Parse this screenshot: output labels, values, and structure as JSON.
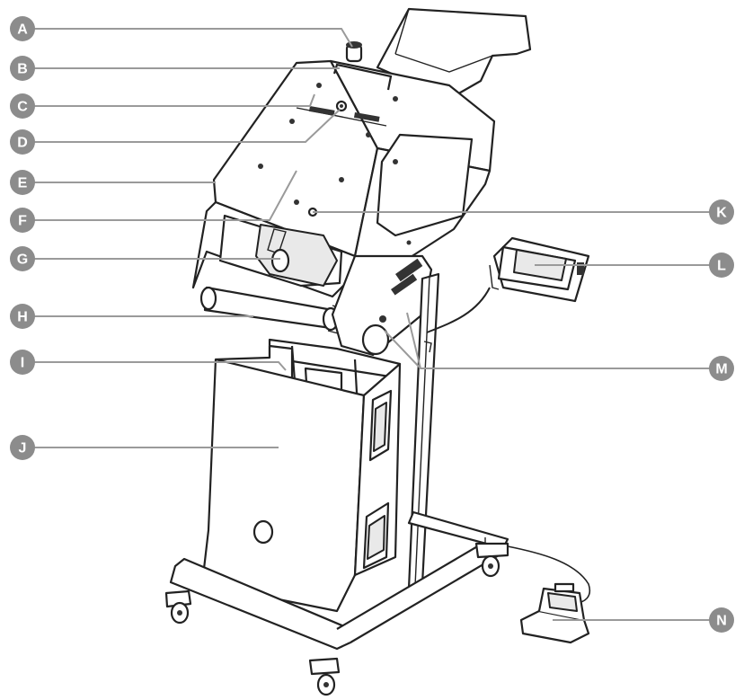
{
  "diagram": {
    "callouts": [
      {
        "letter": "A",
        "side": "left"
      },
      {
        "letter": "B",
        "side": "left"
      },
      {
        "letter": "C",
        "side": "left"
      },
      {
        "letter": "D",
        "side": "left"
      },
      {
        "letter": "E",
        "side": "left"
      },
      {
        "letter": "F",
        "side": "left"
      },
      {
        "letter": "G",
        "side": "left"
      },
      {
        "letter": "H",
        "side": "left"
      },
      {
        "letter": "I",
        "side": "left"
      },
      {
        "letter": "J",
        "side": "left"
      },
      {
        "letter": "K",
        "side": "right"
      },
      {
        "letter": "L",
        "side": "right"
      },
      {
        "letter": "M",
        "side": "right"
      },
      {
        "letter": "N",
        "side": "right"
      }
    ],
    "colors": {
      "callout_fill": "#8c8c8c",
      "callout_text": "#ffffff",
      "leader_line": "#9a9a9a",
      "outline": "#222222"
    }
  }
}
